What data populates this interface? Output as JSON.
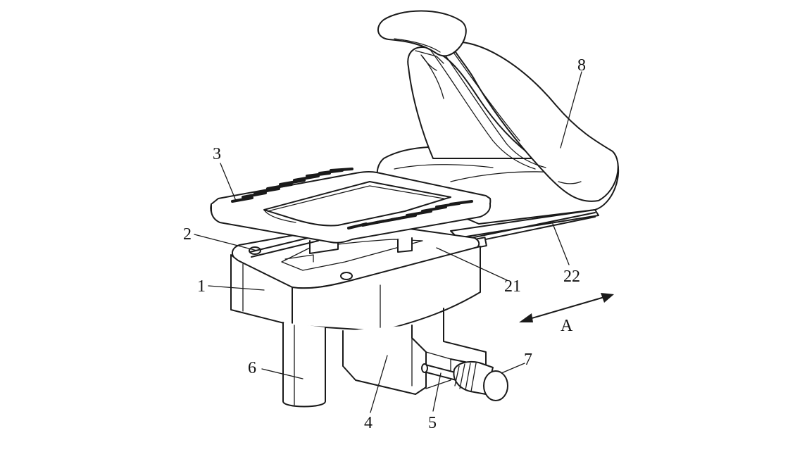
{
  "figure": {
    "labels": {
      "part_1": "1",
      "part_2": "2",
      "part_3": "3",
      "part_4": "4",
      "part_5": "5",
      "part_6": "6",
      "part_7": "7",
      "part_8": "8",
      "part_21": "21",
      "part_22": "22",
      "direction": "A"
    },
    "parts": [
      "base",
      "rail-2",
      "frame",
      "lower-block",
      "screw",
      "post",
      "knob",
      "seat",
      "rail-21",
      "rail-22"
    ],
    "line_color": "#1a1a1a",
    "background": "#ffffff"
  }
}
